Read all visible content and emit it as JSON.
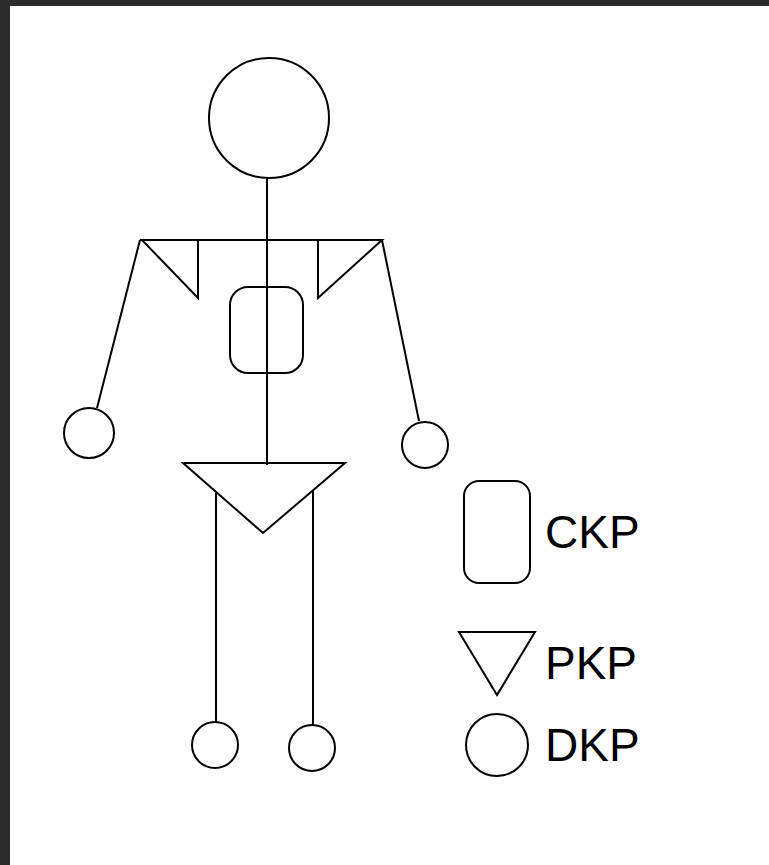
{
  "diagram": {
    "legend": [
      {
        "text": "CKP"
      },
      {
        "text": "PKP"
      },
      {
        "text": "DKP"
      }
    ]
  }
}
